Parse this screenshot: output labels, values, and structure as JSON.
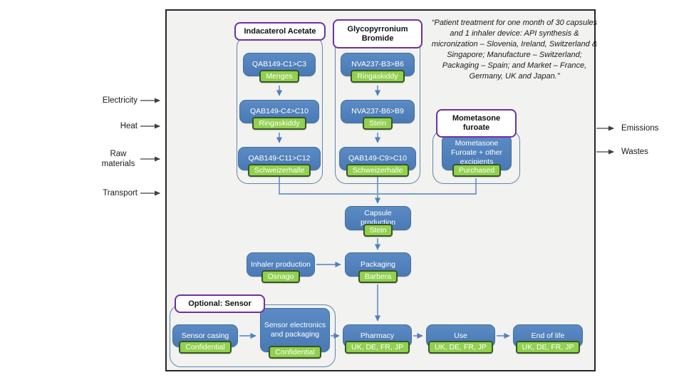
{
  "quote": "“Patient treatment for one month of 30 capsules and 1 inhaler device: API synthesis & micronization – Slovenia, Ireland, Switzerland & Singapore; Manufacture – Switzerland; Packaging – Spain; and Market – France, Germany, UK and Japan.”",
  "inputs": {
    "electricity": "Electricity",
    "heat": "Heat",
    "raw_materials": "Raw materials",
    "transport": "Transport"
  },
  "outputs": {
    "emissions": "Emissions",
    "wastes": "Wastes"
  },
  "groups": {
    "indacaterol": {
      "title": "Indacaterol Acetate"
    },
    "glycopyrronium": {
      "title": "Glycopyrronium Bromide"
    },
    "mometasone": {
      "title": "Mometasone furoate"
    },
    "sensor": {
      "title": "Optional: Sensor"
    }
  },
  "nodes": {
    "qab_c1_c3": {
      "label": "QAB149-C1>C3",
      "site": "Menges"
    },
    "qab_c4_c10": {
      "label": "QAB149-C4>C10",
      "site": "Ringaskiddy"
    },
    "qab_c11_c12": {
      "label": "QAB149-C11>C12",
      "site": "Schweizerhalle"
    },
    "nva_b3_b6": {
      "label": "NVA237-B3>B6",
      "site": "Ringaskiddy"
    },
    "nva_b6_b9": {
      "label": "NVA237-B6>B9",
      "site": "Stein"
    },
    "qab_c9_c10": {
      "label": "QAB149-C9>C10",
      "site": "Schweizerhalle"
    },
    "mometasone_api": {
      "label": "Mometasone Furoate + other excipients",
      "site": "Purchased"
    },
    "capsule_production": {
      "label": "Capsule production",
      "site": "Stein"
    },
    "inhaler_production": {
      "label": "Inhaler production",
      "site": "Osnago"
    },
    "packaging": {
      "label": "Packaging",
      "site": "Barbera"
    },
    "sensor_casing": {
      "label": "Sensor casing",
      "site": "Confidential"
    },
    "sensor_electronics": {
      "label": "Sensor electronics and packaging",
      "site": "Confidential"
    },
    "pharmacy": {
      "label": "Pharmacy",
      "site": "UK, DE, FR, JP"
    },
    "use": {
      "label": "Use",
      "site": "UK, DE, FR, JP"
    },
    "end_of_life": {
      "label": "End of life",
      "site": "UK, DE, FR, JP"
    }
  },
  "colors": {
    "node_blue": "#4f81bd",
    "node_blue_border": "#41719c",
    "site_green": "#92d050",
    "site_green_border": "#375623",
    "group_border": "#5f86ad",
    "title_border": "#7030a0",
    "flow_arrow": "#4f81bd",
    "io_arrow": "#404040",
    "frame_background": "#f2f2f0",
    "frame_border": "#262626"
  }
}
